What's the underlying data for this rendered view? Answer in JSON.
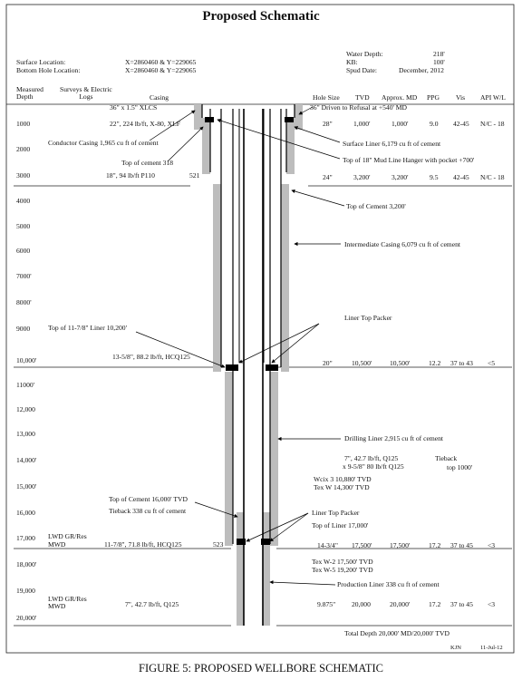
{
  "title": "Proposed Schematic",
  "info": {
    "surface_location_label": "Surface Location:",
    "surface_location_value": "X=2860460 & Y=229065",
    "bottom_hole_label": "Bottom Hole Location:",
    "bottom_hole_value": "X=2860460 & Y=229065",
    "water_depth_label": "Water Depth:",
    "water_depth_value": "218'",
    "kb_label": "KB:",
    "kb_value": "100'",
    "spud_label": "Spud Date:",
    "spud_value": "December, 2012"
  },
  "headers": {
    "measured_depth": "Measured\nDepth",
    "surveys_logs": "Surveys & Electric\nLogs",
    "casing": "Casing",
    "hole_size": "Hole Size",
    "tvd": "TVD",
    "approx_md": "Approx. MD",
    "ppg": "PPG",
    "vis": "Vis",
    "api_wl": "API W/L"
  },
  "depth_labels": [
    "1000",
    "2000",
    "3000",
    "4000",
    "5000",
    "6000",
    "7000'",
    "8000'",
    "9000",
    "10,000'",
    "11000'",
    "12,000",
    "13,000",
    "14,000'",
    "15,000'",
    "16,000",
    "17,000",
    "18,000'",
    "19,000",
    "20,000'"
  ],
  "casing_labels": {
    "conductor": "36\" x 1.5\" XLCS",
    "surface": "22\", 224 lb/ft, X-80, XLF",
    "intermediate": "18\", 94 lb/ft P110",
    "intermediate_num": "521",
    "drilling": "13-5/8\", 88.2 lb/ft, HCQ125",
    "liner": "11-7/8\", 71.8 lb/ft, HCQ125",
    "liner_num": "523",
    "production": "7\", 42.7 lb/ft, Q125"
  },
  "left_notes": {
    "conductor_cement": "Conductor Casing 1,965 cu ft of cement",
    "top_cement_318": "Top of cement 318",
    "top_liner": "Top of 11-7/8\" Liner 10,200'",
    "top_cement_16000": "Top of Cement 16,000' TVD",
    "tieback_cement": "Tieback 338 cu ft of cement"
  },
  "right_notes": {
    "driven": "36\" Driven to Refusal at +540' MD",
    "surface_liner": "Surface Liner 6,179 cu ft of cement",
    "mudline_hanger": "Top of 18\" Mud Line Hanger with pocket +700'",
    "top_cement_3200": "Top of Cement 3,200'",
    "intermediate_casing": "Intermediate Casing 6,079 cu ft of cement",
    "liner_top_packer_1": "Liner Top Packer",
    "drilling_liner": "Drilling Liner 2,915 cu ft of cement",
    "tieback_desc_1": "7\", 42.7 lb/ft, Q125",
    "tieback_desc_2": "x 9-5/8\" 80 lb/ft Q125",
    "tieback_label": "Tieback",
    "tieback_top": "top 1000'",
    "wilcox_3": "Wcix 3   10,880' TVD",
    "tex_w": "Tex W    14,300' TVD",
    "liner_top_packer_2": "Liner Top Packer",
    "top_liner_17000": "Top of Liner 17,000'",
    "tex_w2": "Tex W-2  17,500' TVD",
    "tex_w5": "Tex W-5  19,200' TVD",
    "production_liner": "Production Liner 338 cu ft of cement",
    "total_depth": "Total Depth 20,000' MD/20,000' TVD"
  },
  "logs": {
    "lwd1_line1": "LWD GR/Res",
    "lwd1_line2": "MWD",
    "lwd2_line1": "LWD GR/Res",
    "lwd2_line2": "MWD"
  },
  "mud_table": [
    {
      "hole": "28\"",
      "tvd": "1,000'",
      "md": "1,000'",
      "ppg": "9.0",
      "vis": "42-45",
      "api": "N/C - 18"
    },
    {
      "hole": "24\"",
      "tvd": "3,200'",
      "md": "3,200'",
      "ppg": "9.5",
      "vis": "42-45",
      "api": "N/C - 18"
    },
    {
      "hole": "20\"",
      "tvd": "10,500'",
      "md": "10,500'",
      "ppg": "12.2",
      "vis": "37 to 43",
      "api": "<5"
    },
    {
      "hole": "14-3/4\"",
      "tvd": "17,500'",
      "md": "17,500'",
      "ppg": "17.2",
      "vis": "37 to 45",
      "api": "<3"
    },
    {
      "hole": "9.875\"",
      "tvd": "20,000",
      "md": "20,000'",
      "ppg": "17.2",
      "vis": "37 to 45",
      "api": "<3"
    }
  ],
  "footer": {
    "initials": "KJN",
    "date": "11-Jul-12"
  },
  "caption": "FIGURE 5: PROPOSED WELLBORE SCHEMATIC"
}
